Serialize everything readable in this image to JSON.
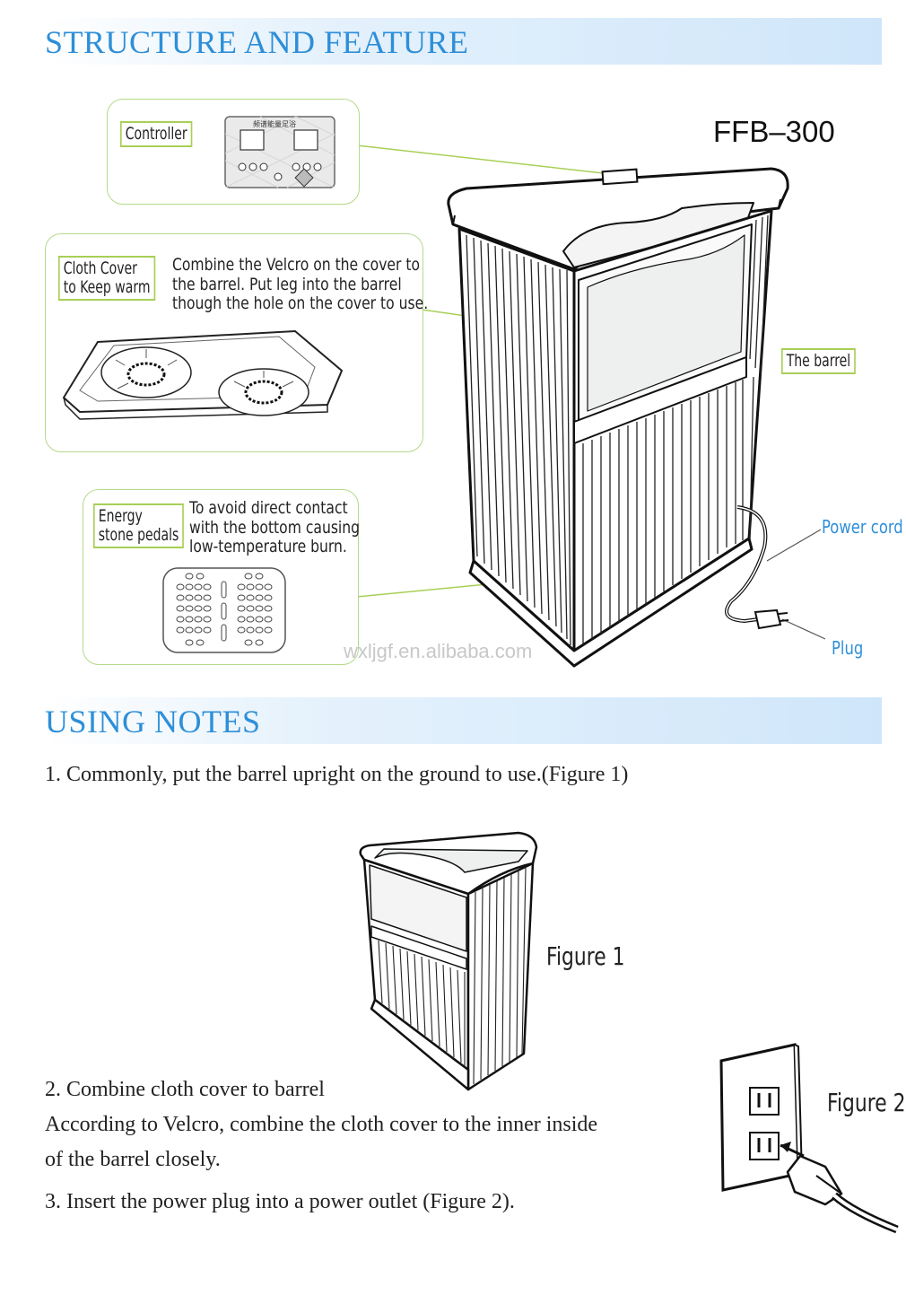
{
  "sections": {
    "structure_title": "STRUCTURE AND FEATURE",
    "notes_title": "USING NOTES"
  },
  "model": "FFB–300",
  "callouts": {
    "controller": {
      "label": "Controller",
      "panel_title": "频谱能量足浴"
    },
    "cloth_cover": {
      "label_line1": "Cloth Cover",
      "label_line2": "to Keep warm",
      "desc_line1": "Combine the Velcro on the cover to",
      "desc_line2": "the barrel. Put leg into the barrel",
      "desc_line3": "though the hole on the cover to use."
    },
    "energy_stone": {
      "label_line1": "Energy",
      "label_line2": "stone pedals",
      "desc_line1": "To avoid direct contact",
      "desc_line2": "with the bottom causing",
      "desc_line3": "low-temperature burn."
    },
    "barrel": "The barrel",
    "power_cord": "Power cord",
    "plug": "Plug"
  },
  "watermark": "wxljgf.en.alibaba.com",
  "notes": {
    "item1": "1. Commonly, put the barrel upright on the ground to use.(Figure 1)",
    "item2_title": "2. Combine cloth cover to barrel",
    "item2_line1": "According to Velcro, combine the cloth cover to the inner inside",
    "item2_line2": "of the barrel closely.",
    "item3": "3. Insert the power plug into a power outlet (Figure 2)."
  },
  "figures": {
    "figure1": "Figure 1",
    "figure2": "Figure 2"
  },
  "colors": {
    "heading_blue": "#2e8fd8",
    "label_green": "#a8cf56",
    "callout_border": "#b5d98b"
  }
}
